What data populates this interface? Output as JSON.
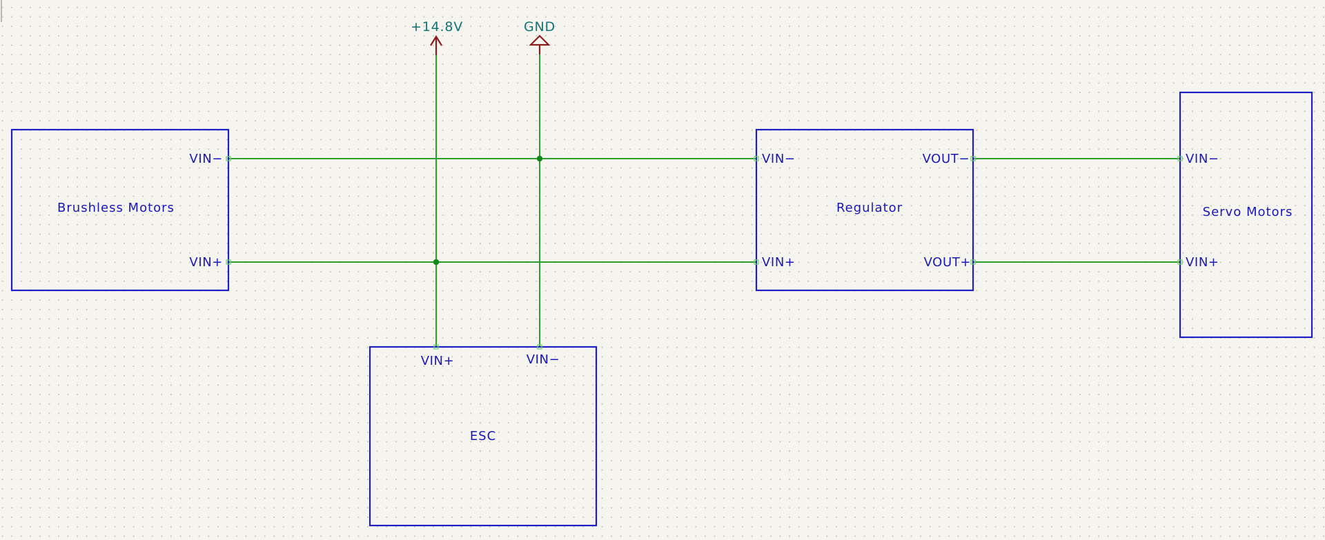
{
  "schematic": {
    "colors": {
      "background": "#f5f4ef",
      "symbol_outline": "#1f1fc8",
      "symbol_text": "#1818c0",
      "wire": "#2ca02c",
      "junction": "#0f8a1a",
      "power_symbol": "#8c1d1d",
      "power_label": "#147575"
    },
    "power_ports": [
      {
        "id": "pwr_14v8",
        "label": "+14.8V",
        "shape": "arrow"
      },
      {
        "id": "pwr_gnd",
        "label": "GND",
        "shape": "triangle"
      }
    ],
    "components": [
      {
        "id": "brushless",
        "name": "Brushless Motors",
        "pins": [
          {
            "name": "VIN−"
          },
          {
            "name": "VIN+"
          }
        ]
      },
      {
        "id": "esc",
        "name": "ESC",
        "pins": [
          {
            "name": "VIN+"
          },
          {
            "name": "VIN−"
          }
        ]
      },
      {
        "id": "regulator",
        "name": "Regulator",
        "pins": [
          {
            "name": "VIN−"
          },
          {
            "name": "VIN+"
          },
          {
            "name": "VOUT−"
          },
          {
            "name": "VOUT+"
          }
        ]
      },
      {
        "id": "servo",
        "name": "Servo Motors",
        "pins": [
          {
            "name": "VIN−"
          },
          {
            "name": "VIN+"
          }
        ]
      }
    ],
    "nets": [
      {
        "name": "GND",
        "connects": [
          "GND",
          "Brushless Motors.VIN−",
          "ESC.VIN−",
          "Regulator.VIN−"
        ]
      },
      {
        "name": "+14.8V",
        "connects": [
          "+14.8V",
          "Brushless Motors.VIN+",
          "ESC.VIN+",
          "Regulator.VIN+"
        ]
      },
      {
        "name": "VOUT−",
        "connects": [
          "Regulator.VOUT−",
          "Servo Motors.VIN−"
        ]
      },
      {
        "name": "VOUT+",
        "connects": [
          "Regulator.VOUT+",
          "Servo Motors.VIN+"
        ]
      }
    ]
  }
}
